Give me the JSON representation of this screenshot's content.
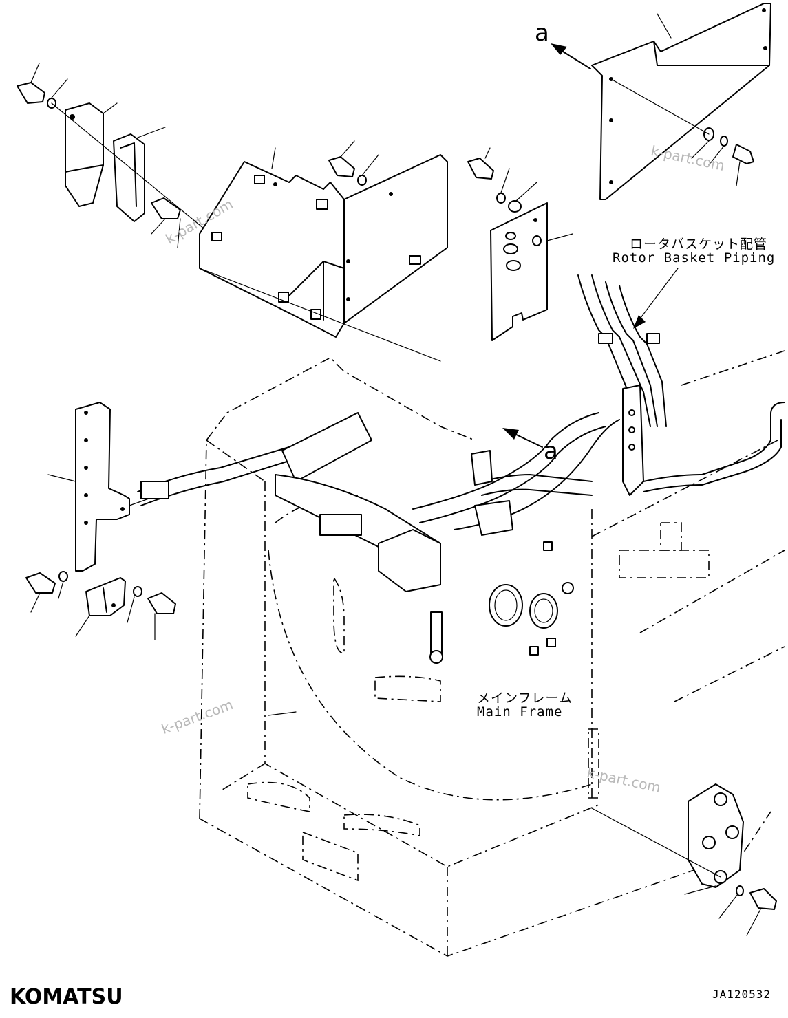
{
  "labels": {
    "rotor_jp": "ロータバスケット配管",
    "rotor_en": "Rotor Basket Piping",
    "frame_jp": "メインフレーム",
    "frame_en": "Main Frame",
    "arrow_a_top": "a",
    "arrow_a_mid": "a"
  },
  "watermark": "k-part.com",
  "brand": "KOMATSU",
  "drawing_code": "JA120532",
  "colors": {
    "ink": "#000000",
    "watermark": "#b8b8b8",
    "paper": "#ffffff"
  }
}
